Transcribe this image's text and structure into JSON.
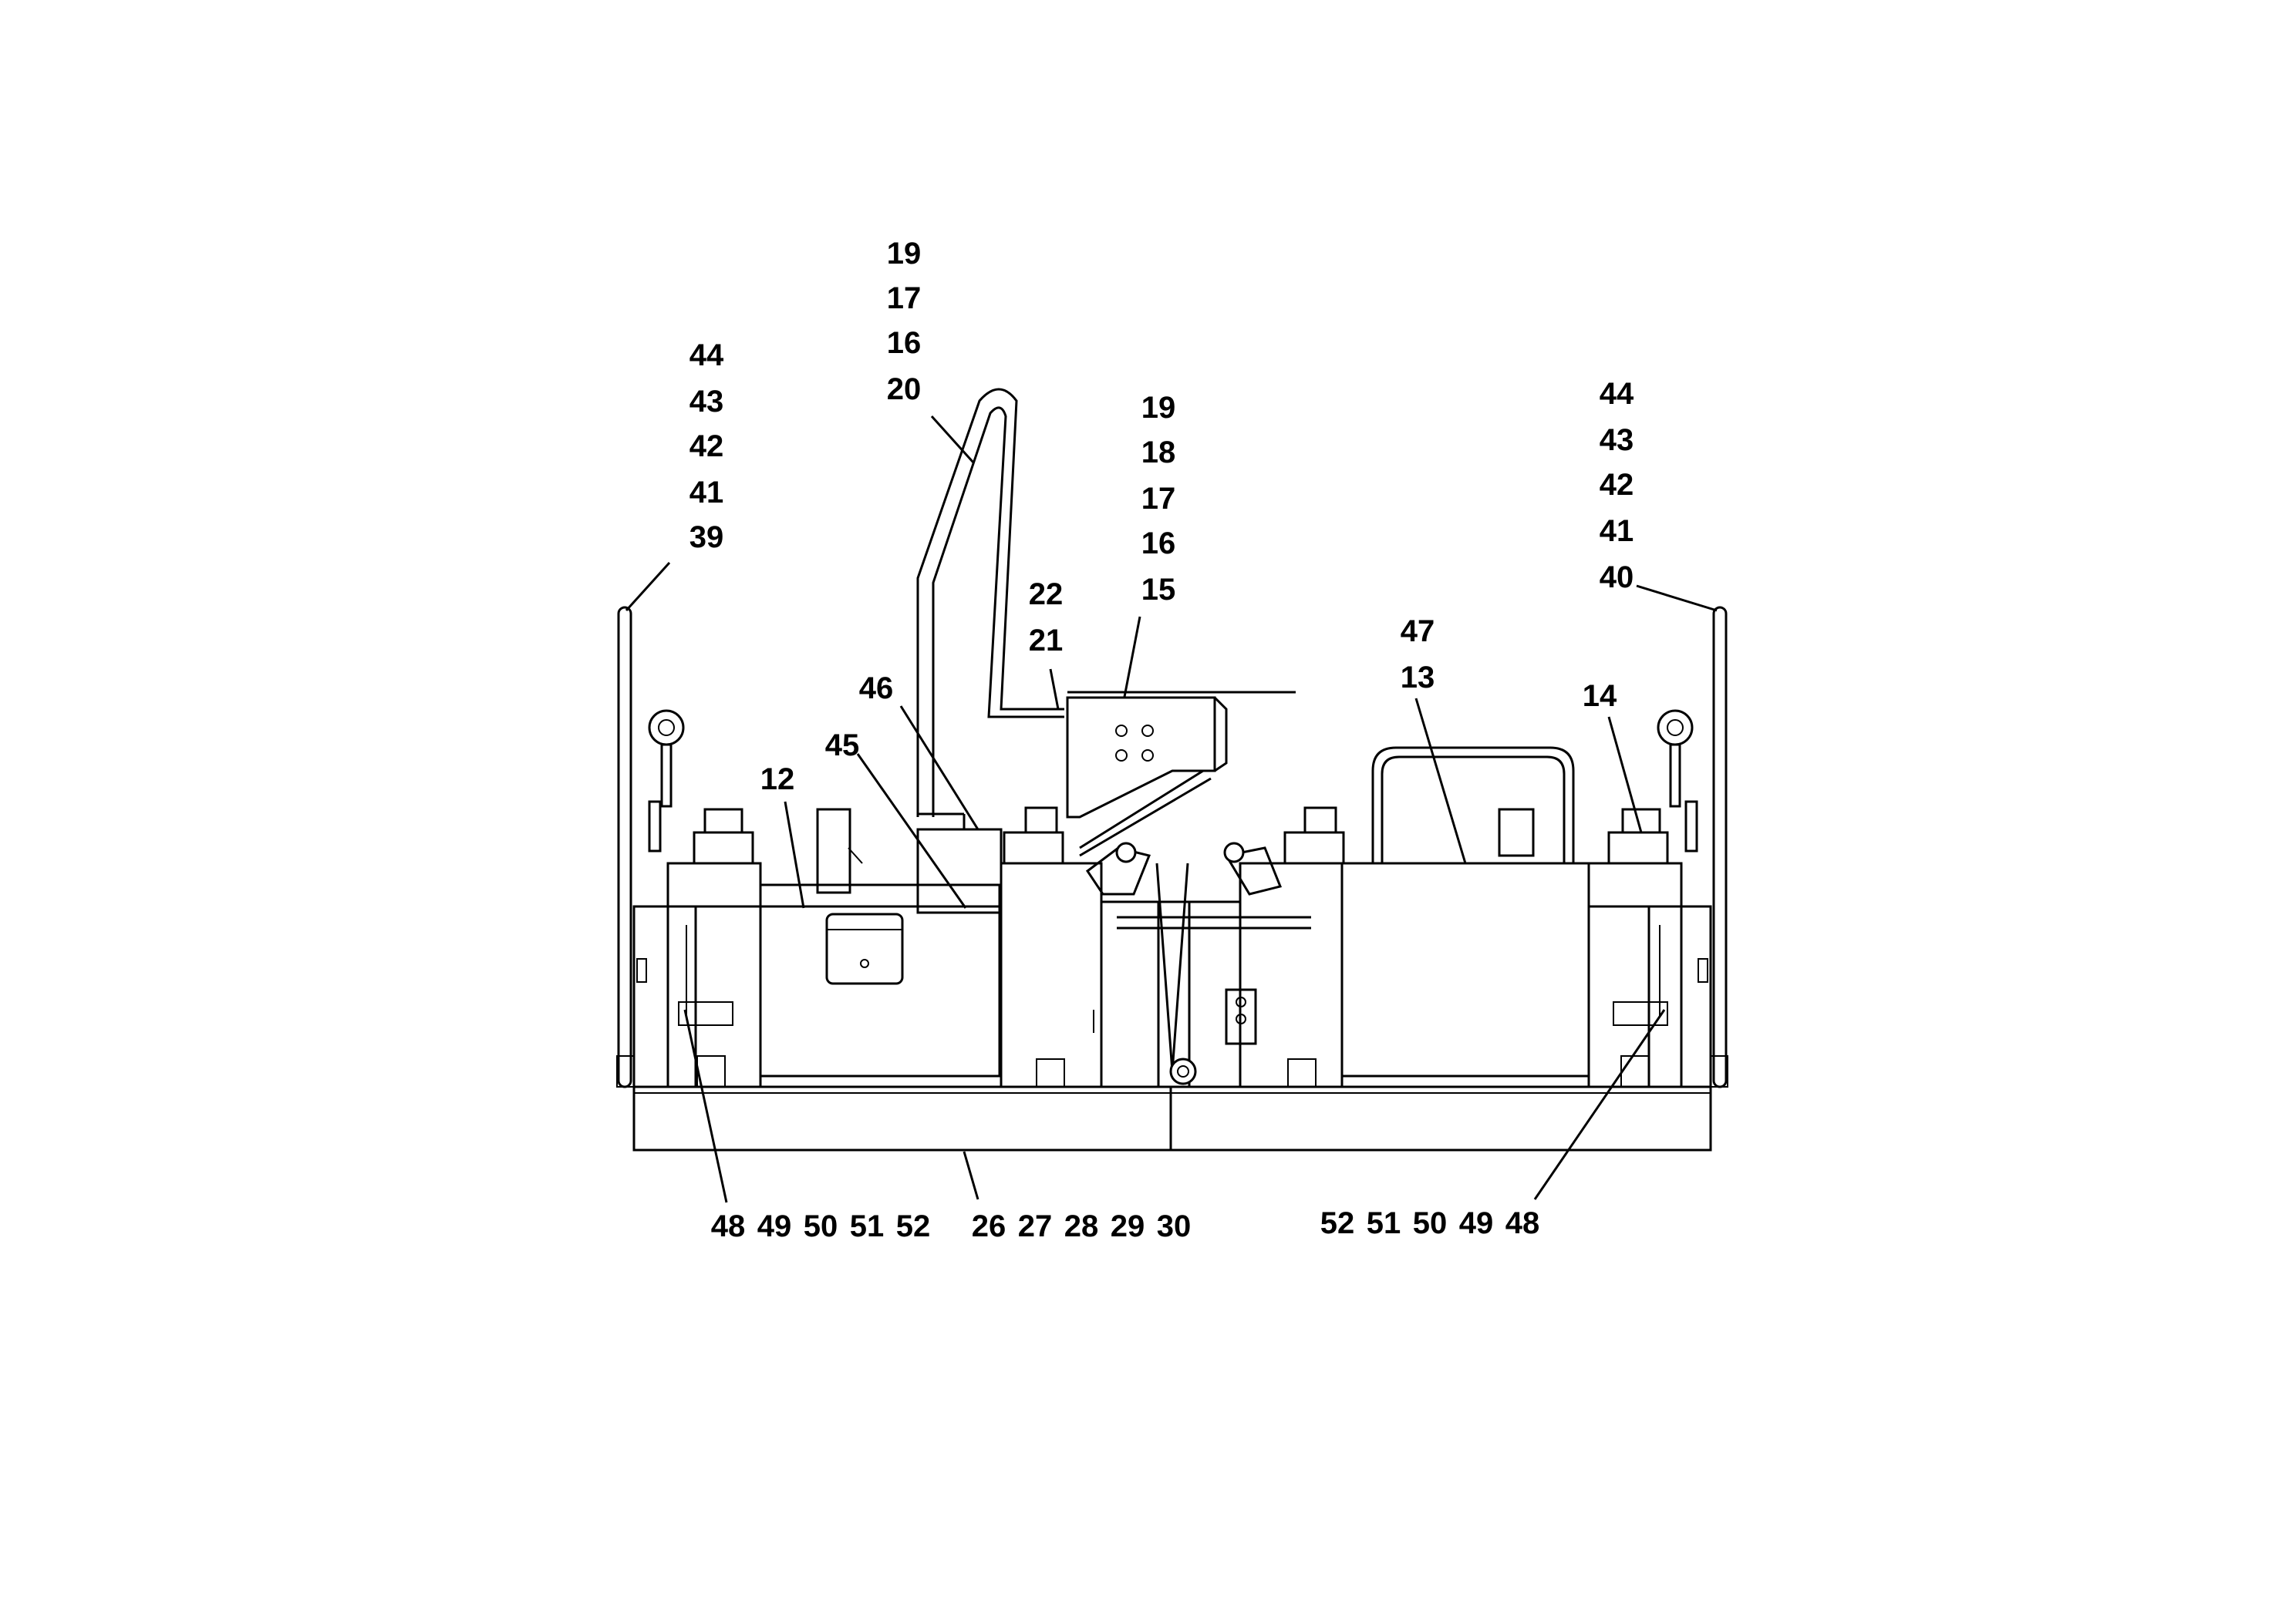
{
  "labels": {
    "g19a": "19",
    "g17a": "17",
    "g16a": "16",
    "g20": "20",
    "g19b": "19",
    "g18": "18",
    "g17b": "17",
    "g16b": "16",
    "g15": "15",
    "g22": "22",
    "g21": "21",
    "g46": "46",
    "g45": "45",
    "g12": "12",
    "l44": "44",
    "l43": "43",
    "l42": "42",
    "l41": "41",
    "l39": "39",
    "r44": "44",
    "r43": "43",
    "r42": "42",
    "r41": "41",
    "r40": "40",
    "g47": "47",
    "g13": "13",
    "g14": "14",
    "bl48": "48",
    "bl49": "49",
    "bl50": "50",
    "bl51": "51",
    "bl52": "52",
    "bc26": "26",
    "bc27": "27",
    "bc28": "28",
    "bc29": "29",
    "bc30": "30",
    "br52": "52",
    "br51": "51",
    "br50": "50",
    "br49": "49",
    "br48": "48"
  }
}
